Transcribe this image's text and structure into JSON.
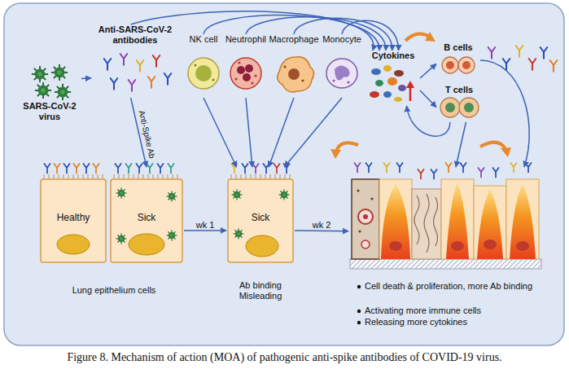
{
  "diagram": {
    "caption": "Figure 8. Mechanism of action (MOA) of pathogenic anti-spike antibodies of COVID-19 virus.",
    "nodes": [
      {
        "text": [
          "SARS-CoV-2 virus"
        ]
      },
      {
        "text": [
          "Anti-SARS-CoV-2 antibodies"
        ]
      },
      {
        "text": [
          "NK cell"
        ]
      },
      {
        "text": [
          "Neutrophil"
        ]
      },
      {
        "text": [
          "Macrophage"
        ]
      },
      {
        "text": [
          "Monocyte"
        ]
      },
      {
        "text": [
          "Cytokines"
        ]
      },
      {
        "text": [
          "B cells"
        ]
      },
      {
        "text": [
          "T cells"
        ]
      },
      {
        "text": [
          "Healthy"
        ]
      },
      {
        "text": [
          "Sick"
        ]
      },
      {
        "text": [
          "Sick"
        ]
      },
      {
        "text": [
          "Cell death & proliferation, more Ab binding",
          "Activating more immune cells",
          "Releasing more cytokines"
        ]
      }
    ],
    "edges": [
      {
        "from": 0,
        "to": 1,
        "arrow": "to"
      },
      {
        "from": 1,
        "to": 10,
        "label": "Anti-Spike Ab",
        "arrow": "to"
      },
      {
        "from": 10,
        "to": 11,
        "label": "wk 1",
        "arrow": "to"
      },
      {
        "from": 11,
        "to": 12,
        "label": "wk 2",
        "arrow": "to"
      },
      {
        "from": 2,
        "to": 11,
        "arrow": "to"
      },
      {
        "from": 3,
        "to": 11,
        "arrow": "to"
      },
      {
        "from": 4,
        "to": 11,
        "arrow": "to"
      },
      {
        "from": 5,
        "to": 11,
        "arrow": "to"
      },
      {
        "from": 1,
        "to": 6,
        "arrow": "to"
      },
      {
        "from": 2,
        "to": 6,
        "arrow": "to"
      },
      {
        "from": 3,
        "to": 6,
        "arrow": "to"
      },
      {
        "from": 4,
        "to": 6,
        "arrow": "to"
      },
      {
        "from": 5,
        "to": 6,
        "arrow": "to"
      },
      {
        "from": 6,
        "to": 7,
        "arrow": "to"
      },
      {
        "from": 6,
        "to": 8,
        "arrow": "to"
      },
      {
        "from": 8,
        "to": 6,
        "arrow": "to"
      },
      {
        "from": 7,
        "to": 12,
        "arrow": "to"
      },
      {
        "from": 8,
        "to": 12,
        "arrow": "to"
      }
    ],
    "labels": [
      "Lung epithelium cells",
      "Ab binding Misleading"
    ]
  }
}
